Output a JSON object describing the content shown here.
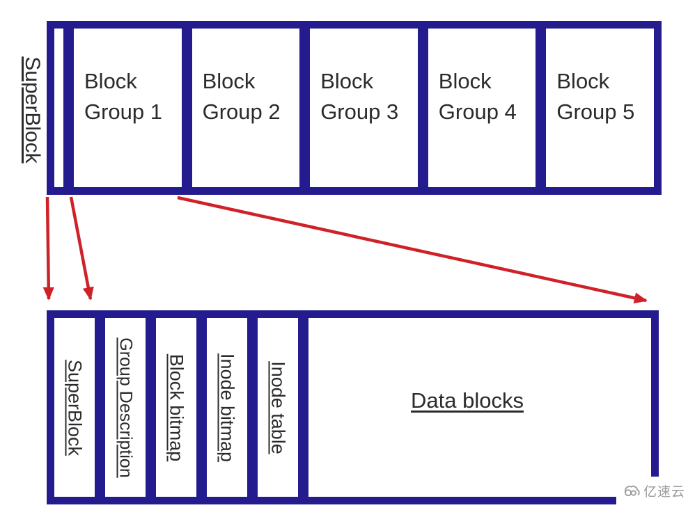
{
  "top": {
    "side_label": "SuperBlock",
    "groups": [
      "Block Group 1",
      "Block Group 2",
      "Block Group 3",
      "Block Group 4",
      "Block Group 5"
    ]
  },
  "bottom": {
    "columns": [
      "SuperBlock",
      "Group Description",
      "Block bitmap",
      "Inode bitmap",
      "Inode table"
    ],
    "data_label": "Data blocks"
  },
  "watermark": {
    "brand": "亿速云",
    "icon": "cloud-logo"
  },
  "colors": {
    "border": "#241c8e",
    "arrow": "#cf2127",
    "text": "#2b2b2b",
    "watermark": "#9b9b9b",
    "background": "#ffffff"
  }
}
